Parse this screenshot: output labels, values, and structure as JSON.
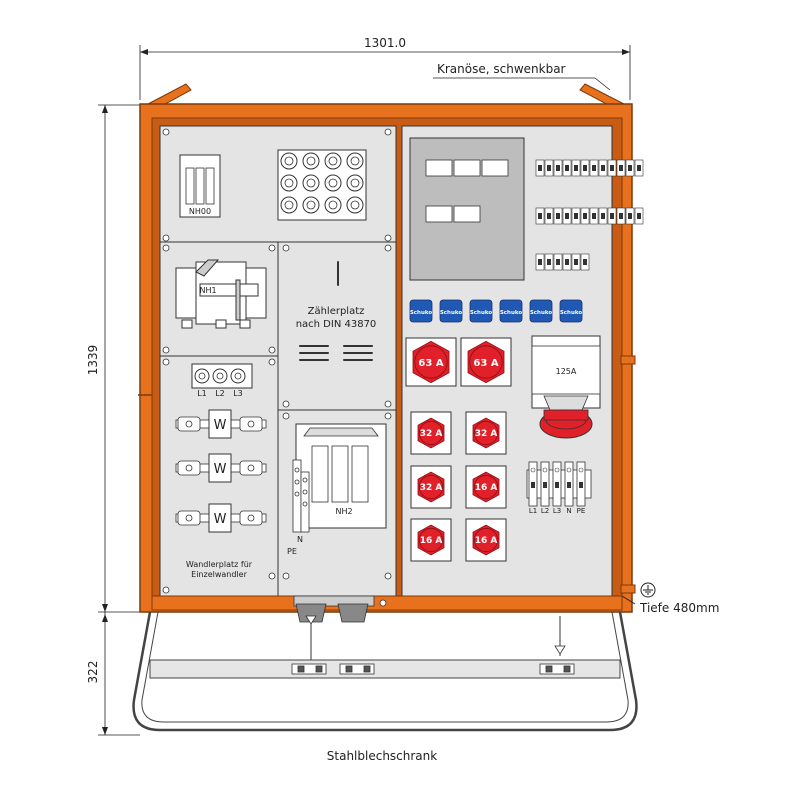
{
  "dimensions": {
    "width": "1301.0",
    "height": "1339",
    "base_height": "322",
    "depth": "Tiefe 480mm"
  },
  "annotations": {
    "crane_eye": "Kranöse, schwenkbar",
    "cabinet_type": "Stahlblechschrank"
  },
  "left_panel": {
    "fuse_top": "NH00",
    "switch": "NH1",
    "meter_place_line1": "Zählerplatz",
    "meter_place_line2": "nach DIN 43870",
    "transformer_phases": [
      "L1",
      "L2",
      "L3"
    ],
    "transformer_label": "W",
    "transformer_place_line1": "Wandlerplatz für",
    "transformer_place_line2": "Einzelwandler",
    "fuse_lower": "NH2",
    "terminal_n": "N",
    "terminal_pe": "PE"
  },
  "right_panel": {
    "schuko_label": "Schuko",
    "schuko_count": 6,
    "sockets_63": [
      "63 A",
      "63 A"
    ],
    "sockets_32_16": [
      "32 A",
      "32 A",
      "32 A",
      "16 A",
      "16 A",
      "16 A"
    ],
    "large_socket": "125A",
    "terminals": [
      "L1",
      "L2",
      "L3",
      "N",
      "PE"
    ]
  },
  "colors": {
    "frame": "#e8711d",
    "frame_dark": "#b8520d",
    "panel": "#e4e4e4",
    "socket_red": "#e2202a",
    "schuko_blue": "#1f59b3"
  }
}
